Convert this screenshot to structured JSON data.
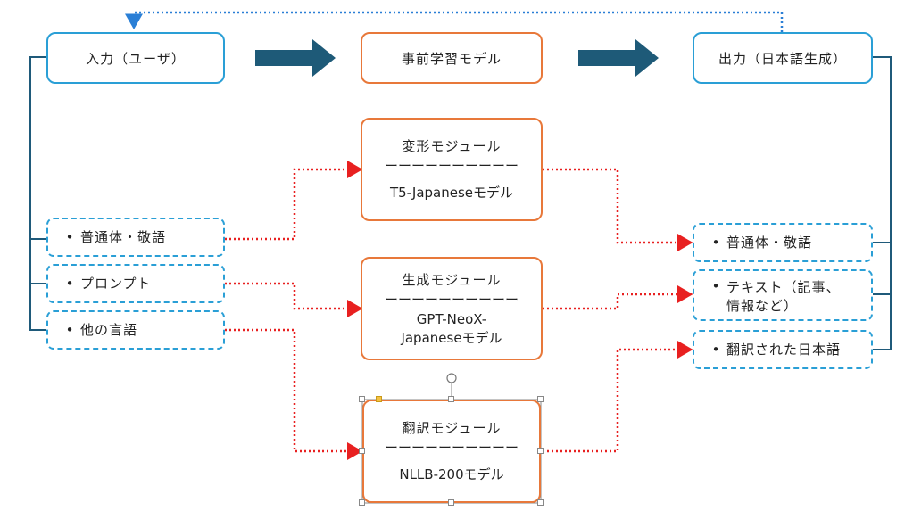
{
  "top_row": {
    "input": "入力（ユーザ）",
    "model": "事前学習モデル",
    "output": "出力（日本語生成）"
  },
  "modules": [
    {
      "title": "変形モジュール",
      "rule": "ーーーーーーーーーー",
      "model": "T5-Japaneseモデル"
    },
    {
      "title": "生成モジュール",
      "rule": "ーーーーーーーーーー",
      "model_line1": "GPT-NeoX-",
      "model_line2": "Japaneseモデル"
    },
    {
      "title": "翻訳モジュール",
      "rule": "ーーーーーーーーーー",
      "model": "NLLB-200モデル"
    }
  ],
  "input_items": [
    {
      "bullet": "•",
      "text": "普通体・敬語"
    },
    {
      "bullet": "•",
      "text": "プロンプト"
    },
    {
      "bullet": "•",
      "text": "他の言語"
    }
  ],
  "output_items": [
    {
      "bullet": "•",
      "text": "普通体・敬語"
    },
    {
      "bullet": "•",
      "text_line1": "テキスト（記事、",
      "text_line2": "情報など）"
    },
    {
      "bullet": "•",
      "text": "翻訳された日本語"
    }
  ],
  "colors": {
    "blue": "#2a9fd6",
    "orange": "#e8783a",
    "navy": "#1f5a7a",
    "arrow": "#1e5a78",
    "dotted_red": "#e82020",
    "dotted_blue": "#2a7fd6"
  }
}
